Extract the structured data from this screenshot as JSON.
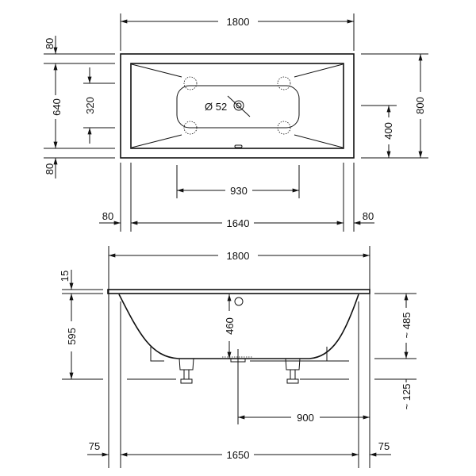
{
  "top_view": {
    "width_total": "1800",
    "rim_top": "80",
    "inner_depth": "640",
    "rim_bottom": "80",
    "leg_spacing_y": "320",
    "overflow_diameter": "Ø 52",
    "overflow_offset": "400",
    "depth_total": "800",
    "leg_spacing_x": "930",
    "rim_left": "80",
    "inner_width": "1640",
    "rim_right": "80"
  },
  "side_view": {
    "width_total": "1800",
    "rim_thickness": "15",
    "total_height": "595",
    "inner_depth": "460",
    "height_approx": "~ 485",
    "leg_height_approx": "~ 125",
    "drain_offset": "900",
    "side_left": "75",
    "base_width": "1650",
    "side_right": "75"
  }
}
